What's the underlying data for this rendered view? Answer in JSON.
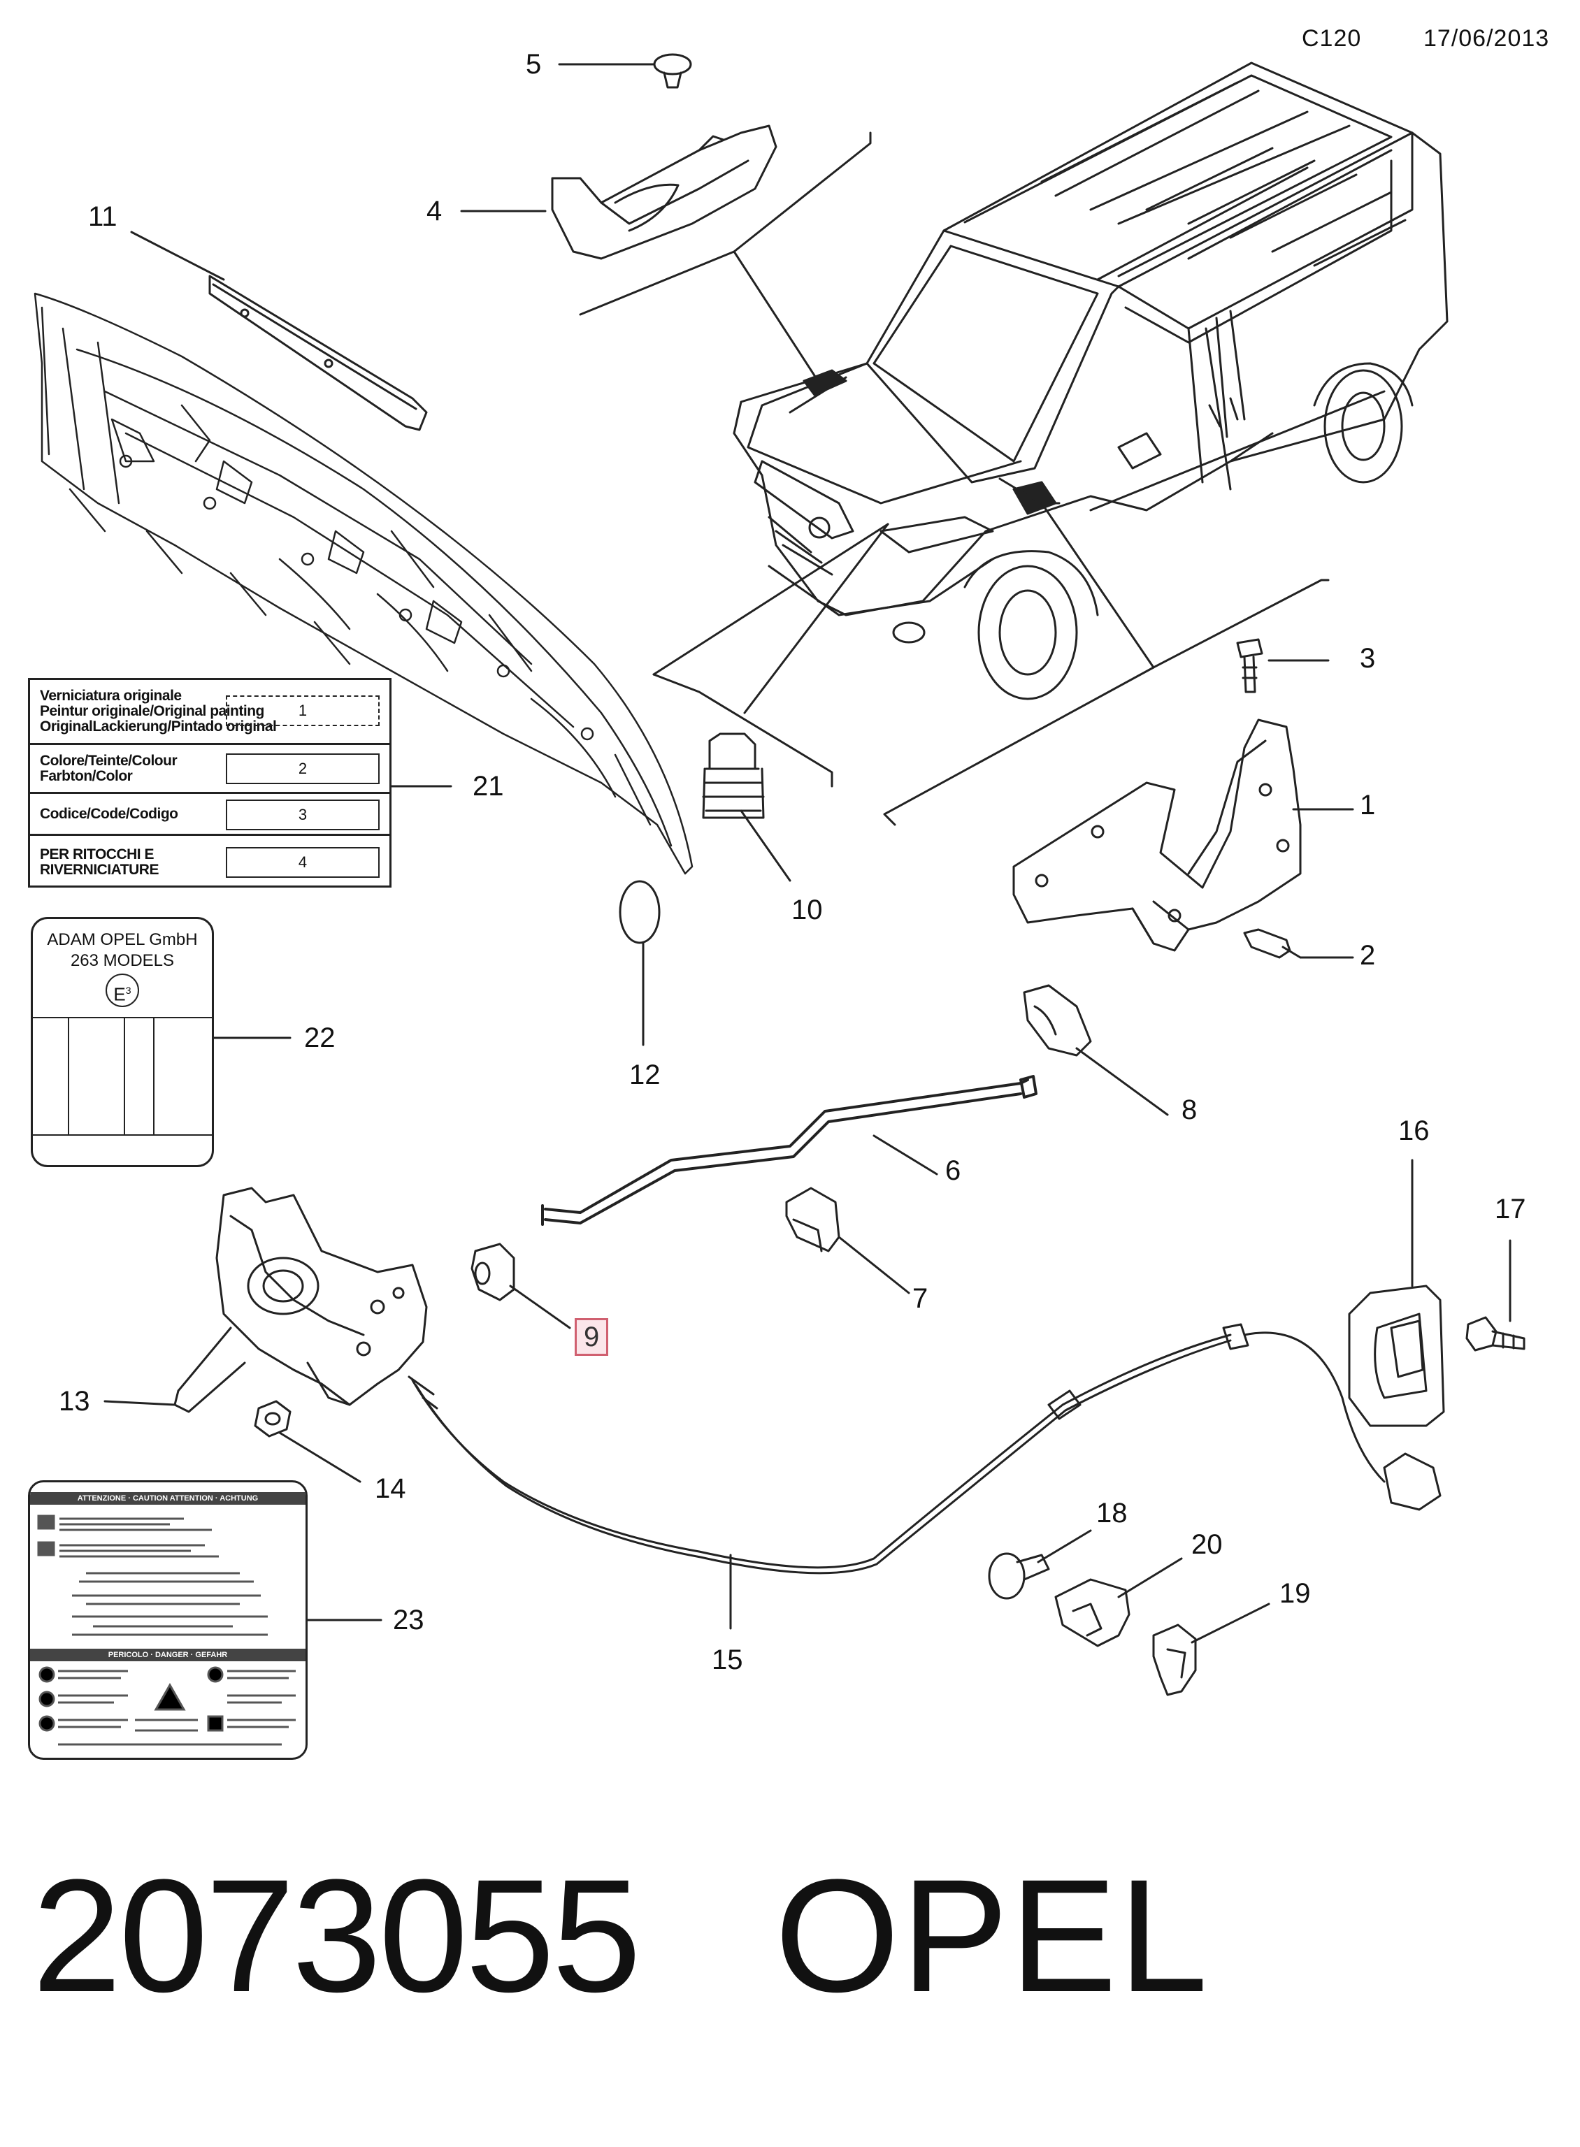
{
  "header": {
    "code": "C120",
    "date": "17/06/2013"
  },
  "callouts": [
    "1",
    "2",
    "3",
    "4",
    "5",
    "6",
    "7",
    "8",
    "9",
    "10",
    "11",
    "12",
    "13",
    "14",
    "15",
    "16",
    "17",
    "18",
    "19",
    "20",
    "21",
    "22",
    "23"
  ],
  "highlighted_callout": "9",
  "paint_label": {
    "rows": [
      {
        "text": "Verniciatura originale\nPeintur originale/Original painting\nOriginalLackierung/Pintado original",
        "box": "1"
      },
      {
        "text": "Colore/Teinte/Colour\nFarbton/Color",
        "box": "2"
      },
      {
        "text": "Codice/Code/Codigo",
        "box": "3"
      },
      {
        "text": "PER RITOCCHI E\nRIVERNICIATURE",
        "box": "4"
      }
    ]
  },
  "model_label": {
    "line1": "ADAM OPEL GmbH",
    "line2": "263 MODELS",
    "mark": "E",
    "mark_sup": "3"
  },
  "warning_label": {
    "heading": "ATTENZIONE · CAUTION ATTENTION · ACHTUNG",
    "heading2": "PERICOLO · DANGER · GEFAHR"
  },
  "footer": {
    "part_number": "2073055",
    "brand": "OPEL"
  }
}
